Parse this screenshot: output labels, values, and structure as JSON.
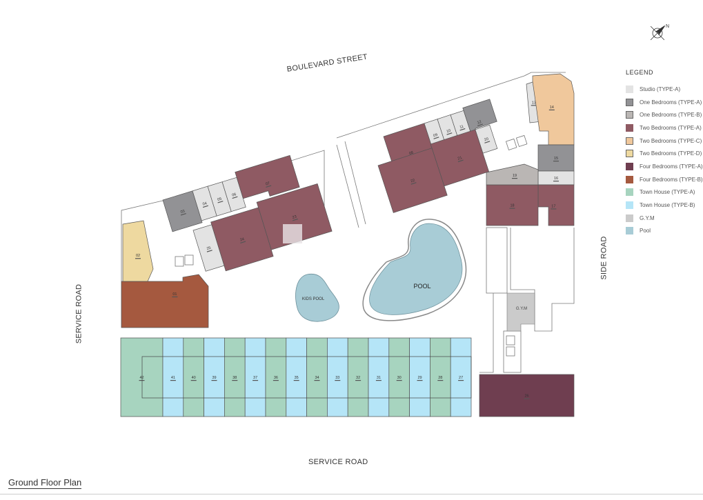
{
  "title": "Ground Floor Plan",
  "roads": {
    "top": "BOULEVARD STREET",
    "right": "SIDE ROAD",
    "left": "SERVICE ROAD",
    "bottom": "SERVICE ROAD"
  },
  "amenities": {
    "pool": "POOL",
    "kids_pool": "KIDS POOL",
    "gym": "G.Y.M"
  },
  "compass_icon": "compass-north-arrow",
  "legend": {
    "title": "LEGEND",
    "items": [
      {
        "key": "studio_a",
        "label": "Studio (TYPE-A)",
        "color": "#e3e3e3"
      },
      {
        "key": "one_a",
        "label": "One Bedrooms (TYPE-A)",
        "color": "#929295"
      },
      {
        "key": "one_b",
        "label": "One Bedrooms (TYPE-B)",
        "color": "#bab6b4"
      },
      {
        "key": "two_a",
        "label": "Two Bedrooms (TYPE-A)",
        "color": "#8f5a63"
      },
      {
        "key": "two_c",
        "label": "Two Bedrooms (TYPE-C)",
        "color": "#f0c89c"
      },
      {
        "key": "two_d",
        "label": "Two Bedrooms (TYPE-D)",
        "color": "#eed9a0"
      },
      {
        "key": "four_a",
        "label": "Four Bedrooms (TYPE-A)",
        "color": "#6f3e50"
      },
      {
        "key": "four_b",
        "label": "Four Bedrooms (TYPE-B)",
        "color": "#a5593f"
      },
      {
        "key": "th_a",
        "label": "Town House (TYPE-A)",
        "color": "#a7d4bf"
      },
      {
        "key": "th_b",
        "label": "Town House (TYPE-B)",
        "color": "#b5e5f7"
      },
      {
        "key": "gym",
        "label": "G.Y.M",
        "color": "#cbcbcb"
      },
      {
        "key": "pool",
        "label": "Pool",
        "color": "#a8ccd6"
      }
    ]
  },
  "units": [
    {
      "id": "01",
      "type": "four_b"
    },
    {
      "id": "02",
      "type": "two_d"
    },
    {
      "id": "03",
      "type": "one_a"
    },
    {
      "id": "04",
      "type": "studio_a"
    },
    {
      "id": "05",
      "type": "studio_a"
    },
    {
      "id": "06",
      "type": "studio_a"
    },
    {
      "id": "07",
      "type": "two_a"
    },
    {
      "id": "08",
      "type": "two_a"
    },
    {
      "id": "09",
      "type": "studio_a"
    },
    {
      "id": "10",
      "type": "studio_a"
    },
    {
      "id": "11",
      "type": "studio_a"
    },
    {
      "id": "12",
      "type": "one_a"
    },
    {
      "id": "13",
      "type": "studio_a"
    },
    {
      "id": "14",
      "type": "two_c"
    },
    {
      "id": "15",
      "type": "one_a"
    },
    {
      "id": "16",
      "type": "studio_a"
    },
    {
      "id": "17",
      "type": "two_a"
    },
    {
      "id": "18",
      "type": "two_a"
    },
    {
      "id": "19",
      "type": "one_b"
    },
    {
      "id": "20",
      "type": "studio_a"
    },
    {
      "id": "21",
      "type": "two_a"
    },
    {
      "id": "22",
      "type": "two_a"
    },
    {
      "id": "23",
      "type": "two_a"
    },
    {
      "id": "24",
      "type": "two_a"
    },
    {
      "id": "25",
      "type": "studio_a"
    },
    {
      "id": "26",
      "type": "four_a"
    },
    {
      "id": "42",
      "type": "th_a"
    },
    {
      "id": "41",
      "type": "th_b"
    },
    {
      "id": "40",
      "type": "th_a"
    },
    {
      "id": "39",
      "type": "th_b"
    },
    {
      "id": "38",
      "type": "th_a"
    },
    {
      "id": "37",
      "type": "th_b"
    },
    {
      "id": "36",
      "type": "th_a"
    },
    {
      "id": "35",
      "type": "th_b"
    },
    {
      "id": "34",
      "type": "th_a"
    },
    {
      "id": "33",
      "type": "th_b"
    },
    {
      "id": "32",
      "type": "th_a"
    },
    {
      "id": "31",
      "type": "th_b"
    },
    {
      "id": "30",
      "type": "th_a"
    },
    {
      "id": "29",
      "type": "th_b"
    },
    {
      "id": "28",
      "type": "th_a"
    },
    {
      "id": "27",
      "type": "th_b"
    }
  ]
}
